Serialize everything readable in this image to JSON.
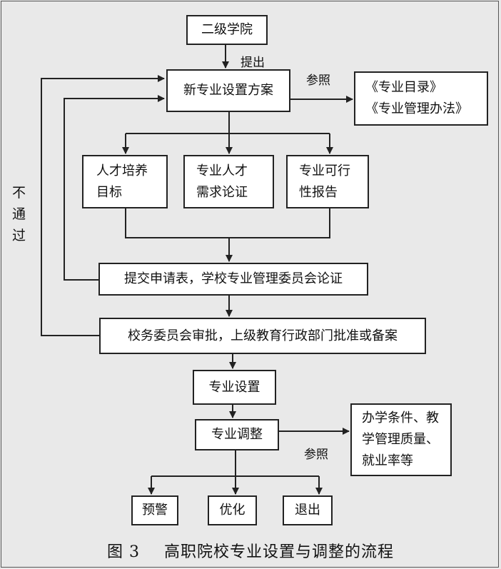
{
  "title": "图3　高职院校专业设置与调整的流程",
  "caption": {
    "number": "图 3",
    "text": "高职院校专业设置与调整的流程"
  },
  "nodes": {
    "college": "二级学院",
    "new_plan": "新专业设置方案",
    "catalog": [
      "《专业目录》",
      "《专业管理办法》"
    ],
    "talent_goal": [
      "人才培养",
      "目标"
    ],
    "demand": [
      "专业人才",
      "需求论证"
    ],
    "feasibility": [
      "专业可行",
      "性报告"
    ],
    "apply": "提交申请表，学校专业管理委员会论证",
    "approve": "校务委员会审批，上级教育行政部门批准或备案",
    "setup": "专业设置",
    "adjust": "专业调整",
    "conditions": [
      "办学条件、教",
      "学管理质量、",
      "就业率等"
    ],
    "warning": "预警",
    "optimize": "优化",
    "exit": "退出"
  },
  "labels": {
    "submit": "提出",
    "refer1": "参照",
    "refer2": "参照",
    "not_pass": [
      "不",
      "通",
      "过"
    ]
  }
}
